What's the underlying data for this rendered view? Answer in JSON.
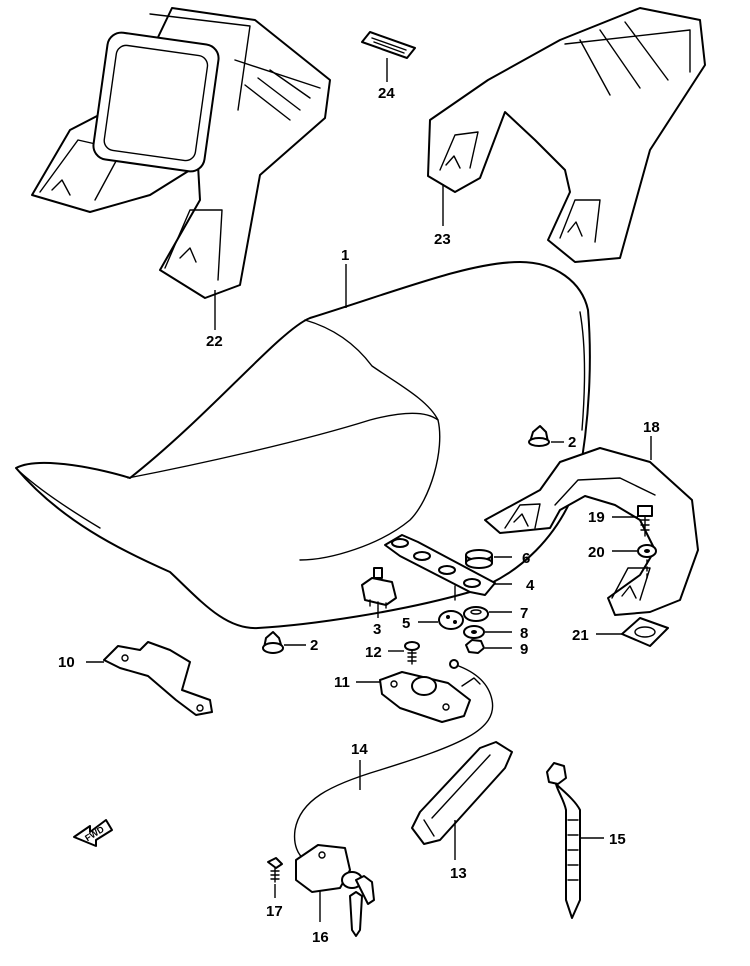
{
  "diagram": {
    "fwd_label": "FWD",
    "callouts": {
      "c1": "1",
      "c2a": "2",
      "c2b": "2",
      "c3": "3",
      "c4": "4",
      "c5": "5",
      "c6": "6",
      "c7": "7",
      "c8": "8",
      "c9": "9",
      "c10": "10",
      "c11": "11",
      "c12": "12",
      "c13": "13",
      "c14": "14",
      "c15": "15",
      "c16": "16",
      "c17": "17",
      "c18": "18",
      "c19": "19",
      "c20": "20",
      "c21": "21",
      "c22": "22",
      "c23": "23",
      "c24": "24"
    }
  }
}
